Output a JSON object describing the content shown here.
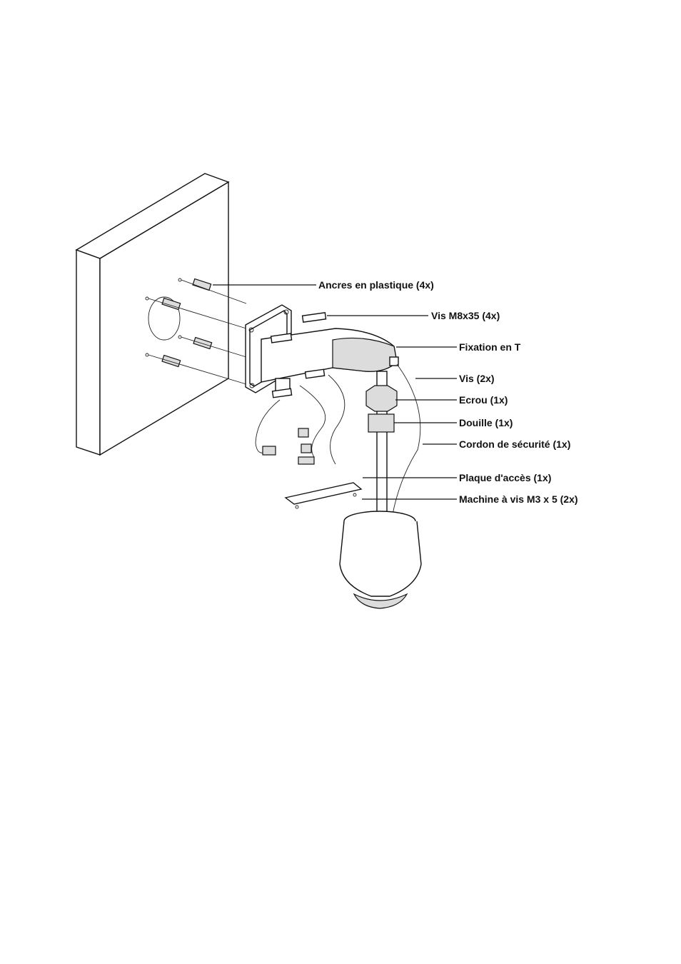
{
  "labels": {
    "anchors": "Ancres en plastique (4x)",
    "screws_m8": "Vis M8x35 (4x)",
    "t_mount": "Fixation en T",
    "screws": "Vis (2x)",
    "nut": "Ecrou (1x)",
    "sleeve": "Douille (1x)",
    "safety_cord": "Cordon de sécurité (1x)",
    "access_plate": "Plaque d'accès (1x)",
    "machine_screws": "Machine à vis M3 x 5 (2x)"
  }
}
